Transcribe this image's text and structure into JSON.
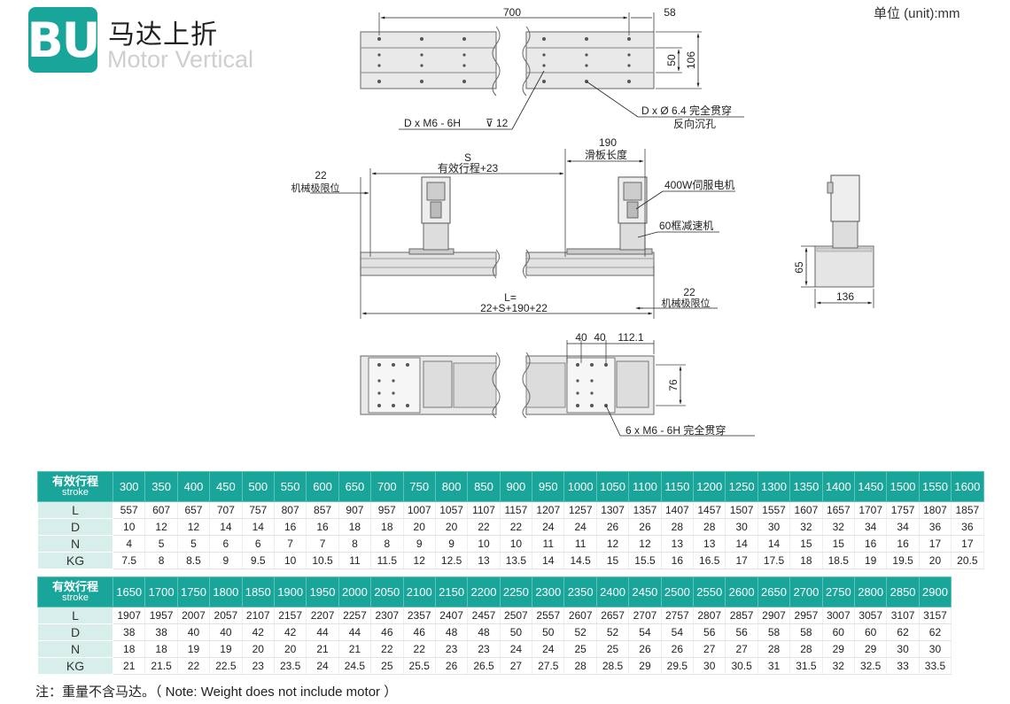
{
  "header": {
    "logo": "BU",
    "title_zh": "马达上折",
    "title_en": "Motor Vertical",
    "unit": "单位 (unit):mm"
  },
  "top_view": {
    "dim_700": "700",
    "dim_58": "58",
    "dim_50": "50",
    "dim_106": "106",
    "callout_left_a": "D x  M6 - 6H",
    "callout_left_b": "12",
    "callout_right_a": "D x   Ø 6.4 完全贯穿",
    "callout_right_b": "反向沉孔"
  },
  "front_view": {
    "dim_22_left": "22",
    "label_mech_limit_left": "机械极限位",
    "dim_s": "S",
    "label_stroke_plus": "有效行程+23",
    "dim_190": "190",
    "label_slide_length": "滑板长度",
    "label_motor": "400W伺服电机",
    "label_reducer": "60框减速机",
    "dim_l": "L=",
    "dim_l_formula": "22+S+190+22",
    "dim_22_right": "22",
    "label_mech_limit_right": "机械极限位"
  },
  "side_view": {
    "dim_65": "65",
    "dim_136": "136"
  },
  "bottom_view": {
    "dim_40a": "40",
    "dim_40b": "40",
    "dim_112": "112.1",
    "dim_76": "76",
    "callout": "6 x  M6 - 6H 完全贯穿"
  },
  "table1": {
    "head_label": "有效行程",
    "head_sub": "stroke",
    "strokes": [
      "300",
      "350",
      "400",
      "450",
      "500",
      "550",
      "600",
      "650",
      "700",
      "750",
      "800",
      "850",
      "900",
      "950",
      "1000",
      "1050",
      "1100",
      "1150",
      "1200",
      "1250",
      "1300",
      "1350",
      "1400",
      "1450",
      "1500",
      "1550",
      "1600"
    ],
    "rows": [
      {
        "label": "L",
        "values": [
          "557",
          "607",
          "657",
          "707",
          "757",
          "807",
          "857",
          "907",
          "957",
          "1007",
          "1057",
          "1107",
          "1157",
          "1207",
          "1257",
          "1307",
          "1357",
          "1407",
          "1457",
          "1507",
          "1557",
          "1607",
          "1657",
          "1707",
          "1757",
          "1807",
          "1857"
        ]
      },
      {
        "label": "D",
        "values": [
          "10",
          "12",
          "12",
          "14",
          "14",
          "16",
          "16",
          "18",
          "18",
          "20",
          "20",
          "22",
          "22",
          "24",
          "24",
          "26",
          "26",
          "28",
          "28",
          "30",
          "30",
          "32",
          "32",
          "34",
          "34",
          "36",
          "36"
        ]
      },
      {
        "label": "N",
        "values": [
          "4",
          "5",
          "5",
          "6",
          "6",
          "7",
          "7",
          "8",
          "8",
          "9",
          "9",
          "10",
          "10",
          "11",
          "11",
          "12",
          "12",
          "13",
          "13",
          "14",
          "14",
          "15",
          "15",
          "16",
          "16",
          "17",
          "17"
        ]
      },
      {
        "label": "KG",
        "values": [
          "7.5",
          "8",
          "8.5",
          "9",
          "9.5",
          "10",
          "10.5",
          "11",
          "11.5",
          "12",
          "12.5",
          "13",
          "13.5",
          "14",
          "14.5",
          "15",
          "15.5",
          "16",
          "16.5",
          "17",
          "17.5",
          "18",
          "18.5",
          "19",
          "19.5",
          "20",
          "20.5"
        ]
      }
    ]
  },
  "table2": {
    "head_label": "有效行程",
    "head_sub": "stroke",
    "strokes": [
      "1650",
      "1700",
      "1750",
      "1800",
      "1850",
      "1900",
      "1950",
      "2000",
      "2050",
      "2100",
      "2150",
      "2200",
      "2250",
      "2300",
      "2350",
      "2400",
      "2450",
      "2500",
      "2550",
      "2600",
      "2650",
      "2700",
      "2750",
      "2800",
      "2850",
      "2900"
    ],
    "rows": [
      {
        "label": "L",
        "values": [
          "1907",
          "1957",
          "2007",
          "2057",
          "2107",
          "2157",
          "2207",
          "2257",
          "2307",
          "2357",
          "2407",
          "2457",
          "2507",
          "2557",
          "2607",
          "2657",
          "2707",
          "2757",
          "2807",
          "2857",
          "2907",
          "2957",
          "3007",
          "3057",
          "3107",
          "3157"
        ]
      },
      {
        "label": "D",
        "values": [
          "38",
          "38",
          "40",
          "40",
          "42",
          "42",
          "44",
          "44",
          "46",
          "46",
          "48",
          "48",
          "50",
          "50",
          "52",
          "52",
          "54",
          "54",
          "56",
          "56",
          "58",
          "58",
          "60",
          "60",
          "62",
          "62"
        ]
      },
      {
        "label": "N",
        "values": [
          "18",
          "18",
          "19",
          "19",
          "20",
          "20",
          "21",
          "21",
          "22",
          "22",
          "23",
          "23",
          "24",
          "24",
          "25",
          "25",
          "26",
          "26",
          "27",
          "27",
          "28",
          "28",
          "29",
          "29",
          "30",
          "30"
        ]
      },
      {
        "label": "KG",
        "values": [
          "21",
          "21.5",
          "22",
          "22.5",
          "23",
          "23.5",
          "24",
          "24.5",
          "25",
          "25.5",
          "26",
          "26.5",
          "27",
          "27.5",
          "28",
          "28.5",
          "29",
          "29.5",
          "30",
          "30.5",
          "31",
          "31.5",
          "32",
          "32.5",
          "33",
          "33.5"
        ]
      }
    ]
  },
  "footer": {
    "note": "注：重量不含马达。（ Note: Weight does not include motor ）"
  }
}
